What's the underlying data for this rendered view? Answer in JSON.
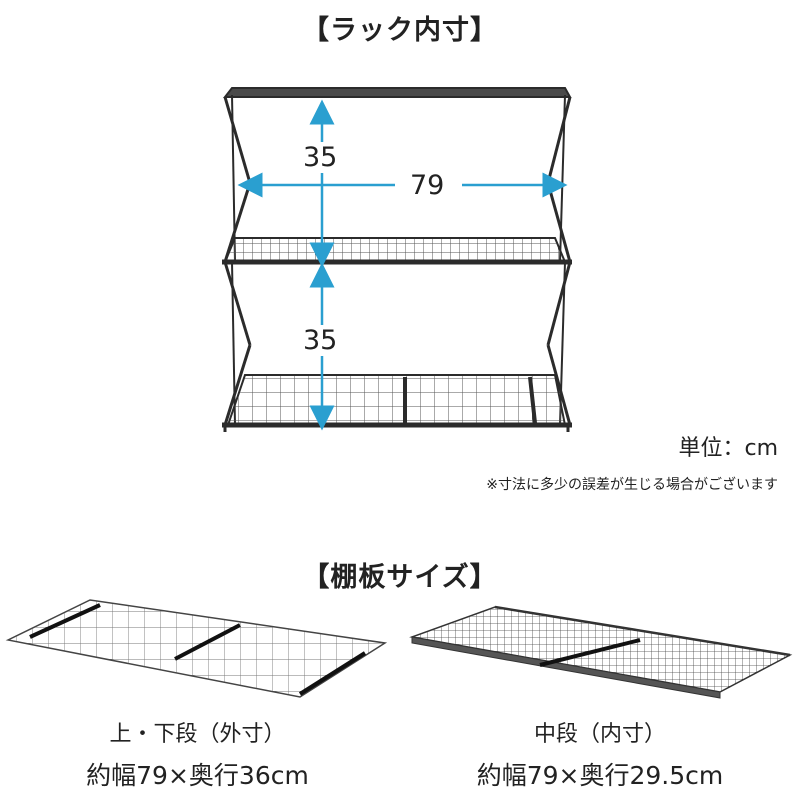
{
  "rack_section": {
    "title": "【ラック内寸】",
    "height_upper": "35",
    "height_lower": "35",
    "width": "79",
    "unit_label": "単位：cm",
    "note": "※寸法に多少の誤差が生じる場合がございます"
  },
  "shelf_section": {
    "title": "【棚板サイズ】",
    "top_bottom": {
      "caption": "上・下段（外寸）",
      "spec": "約幅79×奥行36cm"
    },
    "middle": {
      "caption": "中段（内寸）",
      "spec": "約幅79×奥行29.5cm"
    }
  },
  "colors": {
    "frame": "#2b2b2b",
    "dimension_arrow": "#2a9fd0",
    "text": "#222222"
  }
}
